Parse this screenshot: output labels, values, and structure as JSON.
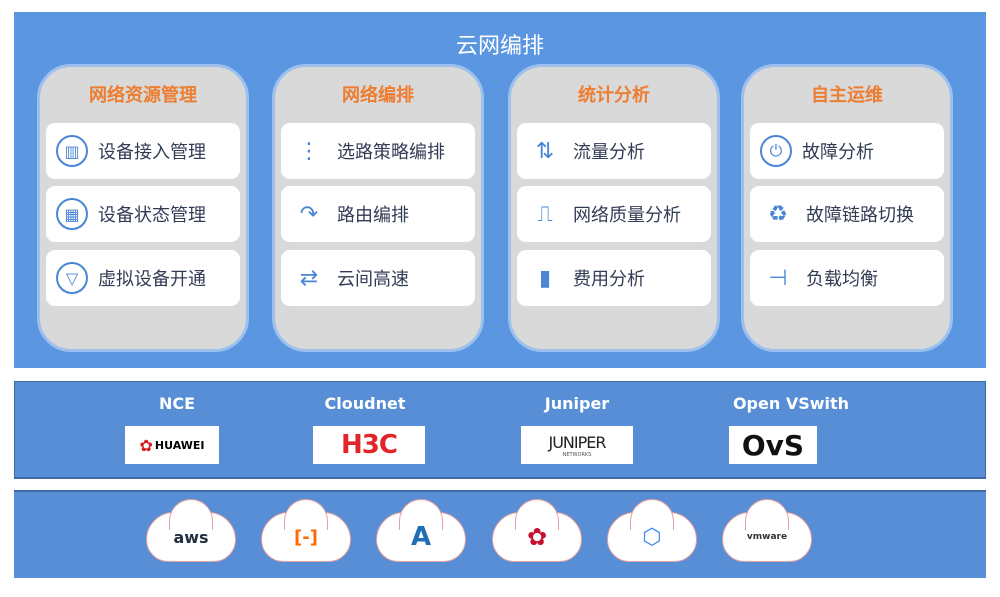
{
  "title": "云网编排",
  "panels": [
    {
      "header": "网络资源管理",
      "items": [
        {
          "label": "设备接入管理",
          "icon": "device-access-icon"
        },
        {
          "label": "设备状态管理",
          "icon": "device-status-icon"
        },
        {
          "label": "虚拟设备开通",
          "icon": "virtual-device-icon"
        }
      ]
    },
    {
      "header": "网络编排",
      "items": [
        {
          "label": "选路策略编排",
          "icon": "route-policy-icon"
        },
        {
          "label": "路由编排",
          "icon": "u-turn-arrow-icon"
        },
        {
          "label": "云间高速",
          "icon": "a-to-b-path-icon"
        }
      ]
    },
    {
      "header": "统计分析",
      "items": [
        {
          "label": "流量分析",
          "icon": "up-down-arrows-icon"
        },
        {
          "label": "网络质量分析",
          "icon": "monitor-chart-icon"
        },
        {
          "label": "费用分析",
          "icon": "bar-chart-icon"
        }
      ]
    },
    {
      "header": "自主运维",
      "items": [
        {
          "label": "故障分析",
          "icon": "power-icon"
        },
        {
          "label": "故障链路切换",
          "icon": "recycle-icon"
        },
        {
          "label": "负载均衡",
          "icon": "signpost-icon"
        }
      ]
    }
  ],
  "vendors": [
    {
      "name": "NCE",
      "logo": "HUAWEI"
    },
    {
      "name": "Cloudnet",
      "logo": "H3C"
    },
    {
      "name": "Juniper",
      "logo": "JUNIPER",
      "logo_sub": "NETWORKS"
    },
    {
      "name": "Open VSwith",
      "logo": "OvS"
    }
  ],
  "clouds": [
    {
      "logo": "aws"
    },
    {
      "logo": "[-]"
    },
    {
      "logo": "A"
    },
    {
      "logo": "huawei"
    },
    {
      "logo": "google-cloud"
    },
    {
      "logo": "vmware"
    }
  ],
  "colors": {
    "band": "#5b97e1",
    "header": "#ed7d31",
    "icon": "#4a86d4"
  }
}
